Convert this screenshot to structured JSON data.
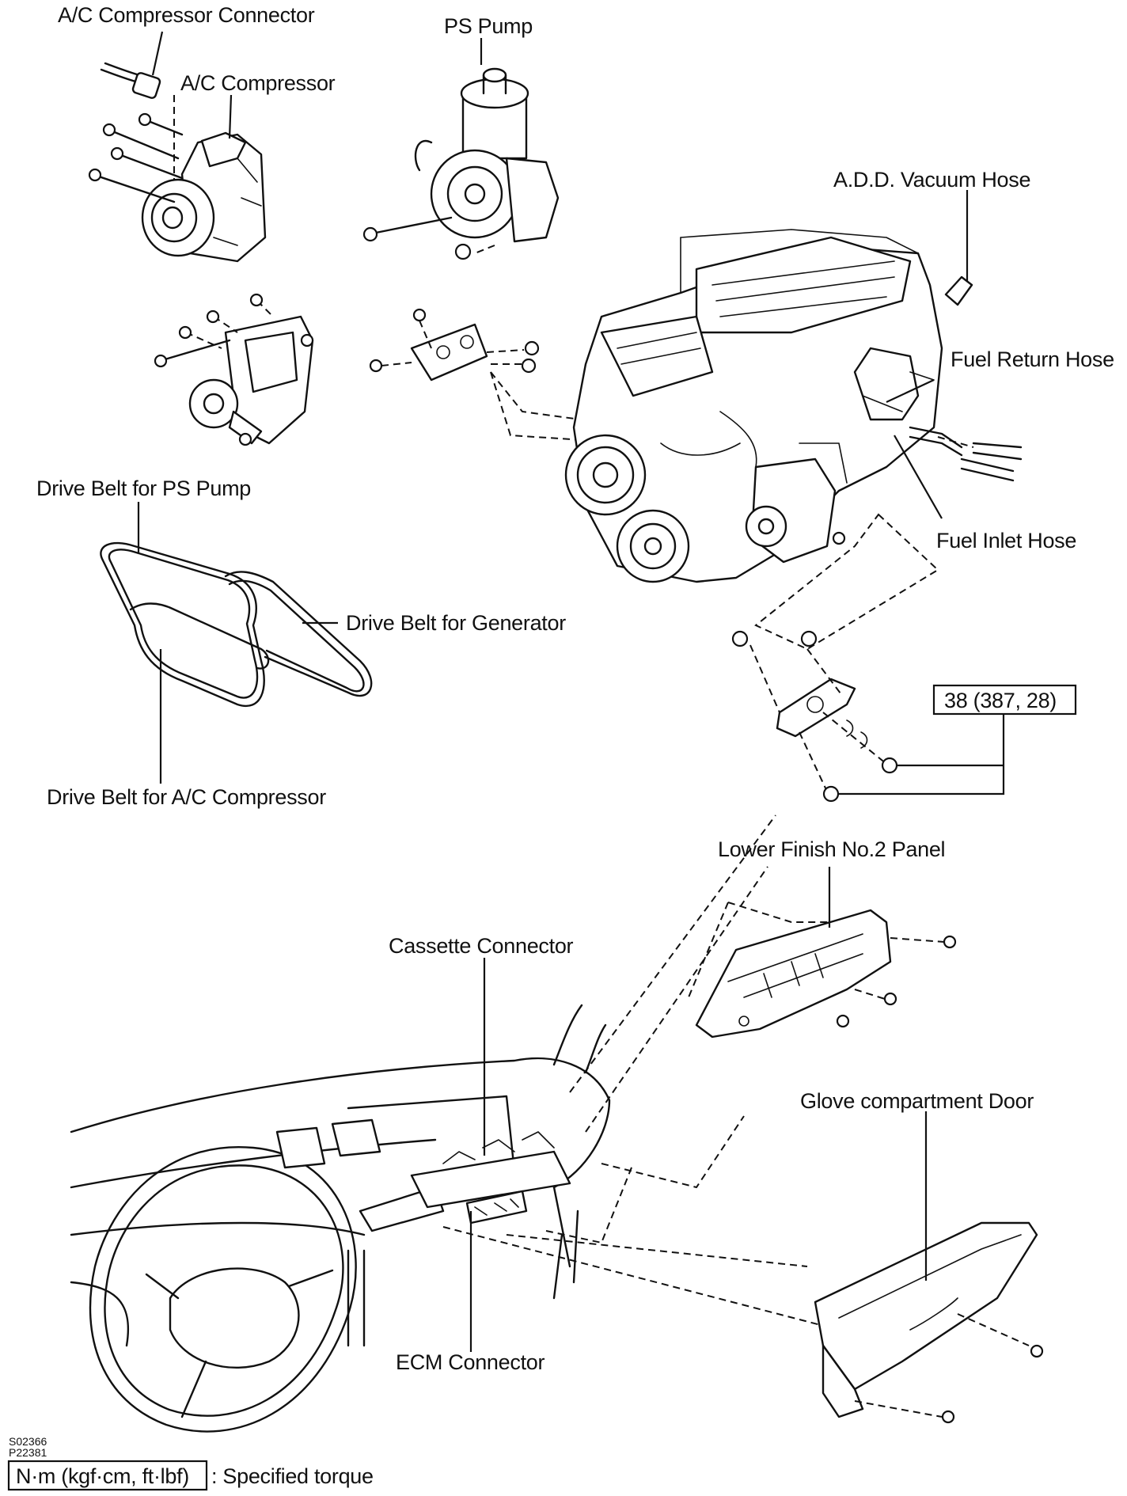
{
  "labels": {
    "ac_compressor_connector": "A/C Compressor Connector",
    "ac_compressor": "A/C Compressor",
    "ps_pump": "PS Pump",
    "add_vacuum_hose": "A.D.D. Vacuum Hose",
    "fuel_return_hose": "Fuel Return Hose",
    "fuel_inlet_hose": "Fuel Inlet Hose",
    "drive_belt_ps_pump": "Drive Belt for PS Pump",
    "drive_belt_generator": "Drive Belt for Generator",
    "drive_belt_ac_compressor": "Drive Belt for A/C Compressor",
    "lower_finish_panel": "Lower Finish No.2 Panel",
    "cassette_connector": "Cassette Connector",
    "glove_compartment_door": "Glove compartment Door",
    "ecm_connector": "ECM Connector"
  },
  "torque_spec": "38 (387, 28)",
  "codes": [
    "S02366",
    "P22381"
  ],
  "legend": {
    "unit_box": "N·m (kgf·cm, ft·lbf)",
    "description": ": Specified torque"
  }
}
